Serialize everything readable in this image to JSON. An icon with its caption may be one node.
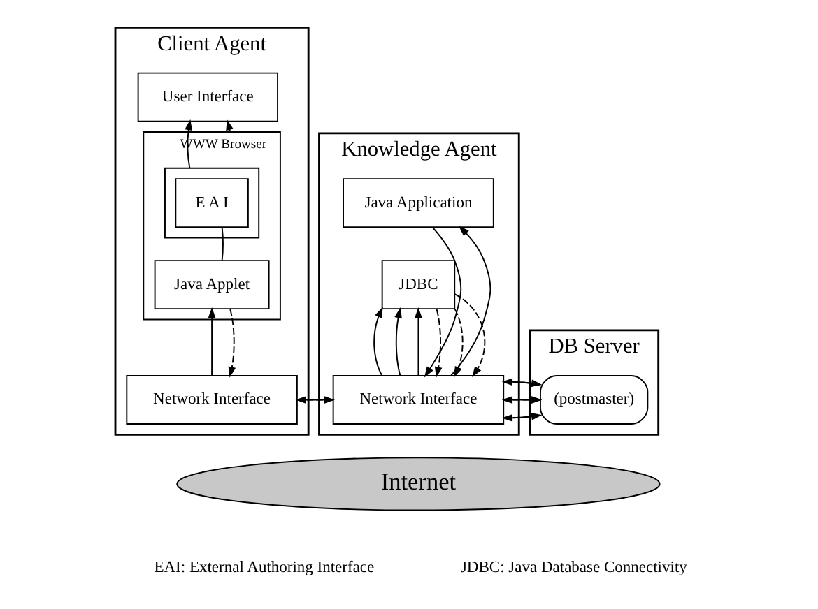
{
  "diagram": {
    "nodes": [
      {
        "text": [
          "Client Agent"
        ]
      },
      {
        "text": [
          "User Interface"
        ],
        "in": 0
      },
      {
        "text": [
          "WWW Browser"
        ],
        "in": 0
      },
      {
        "text": [],
        "shape": "box",
        "in": 2
      },
      {
        "text": [
          "E A I"
        ],
        "in": 3
      },
      {
        "text": [
          "Java Applet"
        ],
        "in": 2
      },
      {
        "text": [
          "Network Interface"
        ],
        "in": 0
      },
      {
        "text": [
          "Knowledge Agent"
        ]
      },
      {
        "text": [
          "Java Application"
        ],
        "in": 7
      },
      {
        "text": [
          "JDBC"
        ],
        "in": 7
      },
      {
        "text": [
          "Network Interface"
        ],
        "in": 7
      },
      {
        "text": [
          "DB Server"
        ]
      },
      {
        "text": [
          "(postmaster)"
        ],
        "in": 11
      },
      {
        "text": [
          "Internet"
        ]
      }
    ],
    "edges": [
      {
        "from": 3,
        "to": 1,
        "arrow": "to"
      },
      {
        "from": 2,
        "to": 1,
        "arrow": "to"
      },
      {
        "from": 4,
        "to": 5,
        "arrow": "none"
      },
      {
        "from": 6,
        "to": 5,
        "arrow": "to"
      },
      {
        "from": 5,
        "to": 6,
        "arrow": "to",
        "style": "dashed"
      },
      {
        "from": 10,
        "to": 6,
        "arrow": "to"
      },
      {
        "from": 6,
        "to": 10,
        "arrow": "to",
        "style": "dashed"
      },
      {
        "from": 10,
        "to": 8,
        "arrow": "to"
      },
      {
        "from": 8,
        "to": 10,
        "arrow": "to"
      },
      {
        "from": 10,
        "to": 9,
        "arrow": "to"
      },
      {
        "from": 10,
        "to": 9,
        "arrow": "to"
      },
      {
        "from": 10,
        "to": 9,
        "arrow": "to"
      },
      {
        "from": 9,
        "to": 10,
        "arrow": "to",
        "style": "dashed"
      },
      {
        "from": 9,
        "to": 10,
        "arrow": "to",
        "style": "dashed"
      },
      {
        "from": 9,
        "to": 10,
        "arrow": "to",
        "style": "dashed"
      },
      {
        "from": 12,
        "to": 10,
        "arrow": "to"
      },
      {
        "from": 12,
        "to": 10,
        "arrow": "to"
      },
      {
        "from": 12,
        "to": 10,
        "arrow": "to"
      },
      {
        "from": 10,
        "to": 12,
        "arrow": "to",
        "style": "dashed"
      },
      {
        "from": 10,
        "to": 12,
        "arrow": "to",
        "style": "dashed"
      },
      {
        "from": 10,
        "to": 12,
        "arrow": "to",
        "style": "dashed"
      }
    ],
    "labels": [
      "EAI: External Authoring Interface",
      "JDBC: Java Database Connectivity"
    ]
  }
}
